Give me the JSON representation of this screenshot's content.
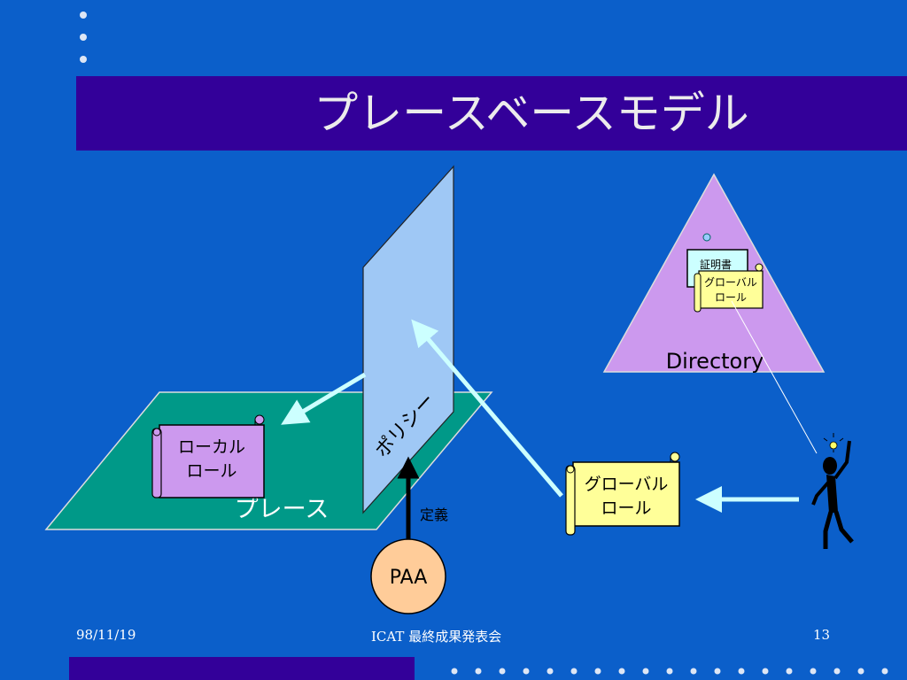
{
  "slide": {
    "title": "プレースベースモデル",
    "footer_date": "98/11/19",
    "footer_center": "ICAT 最終成果発表会",
    "page_number": "13"
  },
  "diagram": {
    "place_label": "プレース",
    "policy_label": "ポリシー",
    "local_role": [
      "ローカル",
      "ロール"
    ],
    "global_role": [
      "グローバル",
      "ロール"
    ],
    "definition_label": "定義",
    "paa_label": "PAA",
    "directory_label": "Directory",
    "certificate_label": "証明書",
    "cert_role": [
      "グローバル",
      "ロール"
    ]
  },
  "colors": {
    "background": "#0b5fca",
    "title_bar": "#330099",
    "place": "#009988",
    "policy_panel": "#9fc8f5",
    "directory": "#cc99ee",
    "local_role_scroll": "#cc99ee",
    "global_role_scroll": "#ffff99",
    "paa_circle": "#ffcc99",
    "arrow": "#ccffff"
  }
}
